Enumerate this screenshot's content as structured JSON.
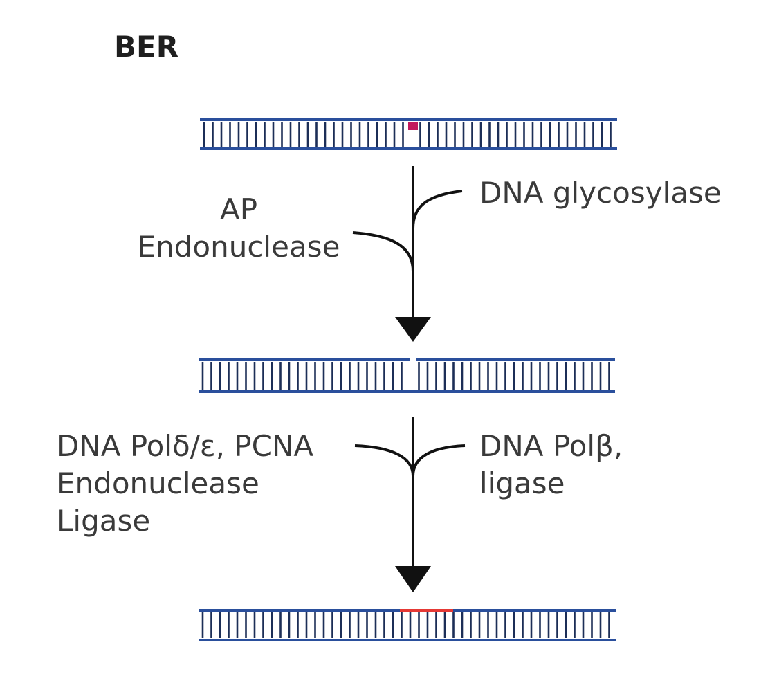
{
  "title": "BER",
  "colors": {
    "strand": "#2a4f9c",
    "rung": "#1c2e57",
    "lesion": "#c2185b",
    "repair": "#e53935",
    "arrow": "#111111"
  },
  "steps": [
    {
      "left_lines": [
        "AP",
        "Endonuclease"
      ],
      "right_lines": [
        "DNA glycosylase"
      ]
    },
    {
      "left_lines": [
        "DNA Polδ/ε, PCNA",
        "Endonuclease",
        "Ligase"
      ],
      "right_lines": [
        "DNA Polβ,",
        "ligase"
      ]
    }
  ]
}
